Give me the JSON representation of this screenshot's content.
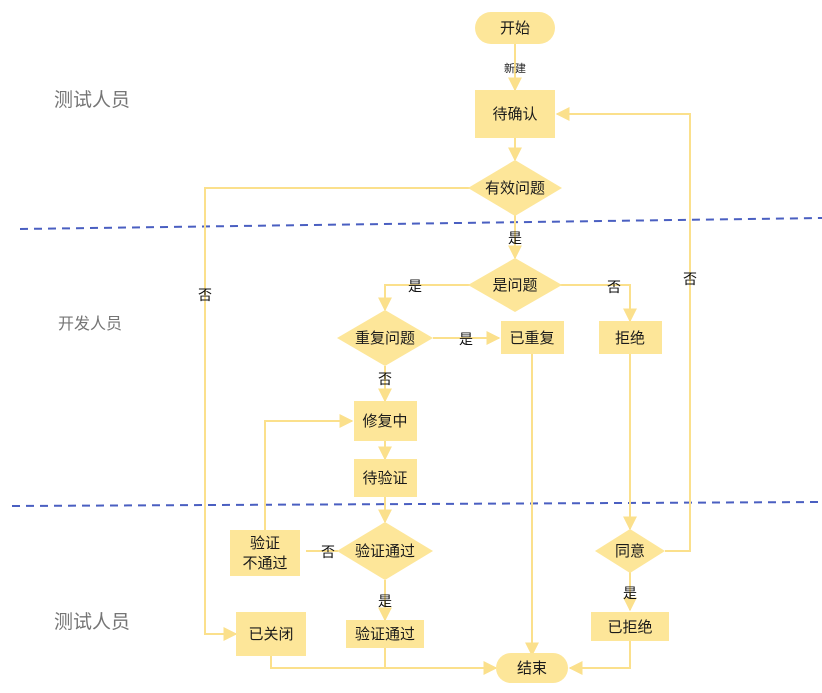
{
  "lanes": {
    "tester_top": "测试人员",
    "developer": "开发人员",
    "tester_bottom": "测试人员"
  },
  "nodes": {
    "start": "开始",
    "pending_confirm": "待确认",
    "valid_issue": "有效问题",
    "is_issue": "是问题",
    "duplicate_issue": "重复问题",
    "duplicated": "已重复",
    "rejected": "拒绝",
    "fixing": "修复中",
    "pending_verify": "待验证",
    "verify_pass_check": "验证通过",
    "verify_fail_line1": "验证",
    "verify_fail_line2": "不通过",
    "agree": "同意",
    "closed": "已关闭",
    "verified": "验证通过",
    "rejected_done": "已拒绝",
    "end": "结束"
  },
  "edges": {
    "new": "新建",
    "valid_yes": "是",
    "valid_no": "否",
    "is_issue_yes": "是",
    "is_issue_no": "否",
    "dup_yes": "是",
    "dup_no": "否",
    "reject_no": "否",
    "verify_no": "否",
    "verify_yes": "是",
    "agree_yes": "是"
  },
  "colors": {
    "node_fill": "#fde699",
    "line": "#fbe08c",
    "divider": "#4a5fc1",
    "lane_text": "#757575"
  }
}
